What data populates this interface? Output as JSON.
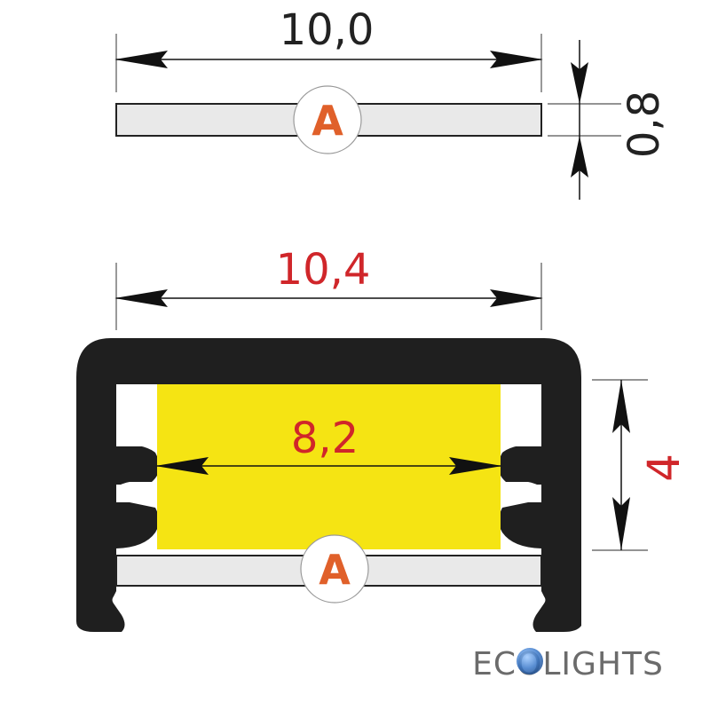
{
  "top_part": {
    "width_label": "10,0",
    "thickness_label": "0,8",
    "marker_letter": "A"
  },
  "profile": {
    "outer_width_label": "10,4",
    "inner_width_label": "8,2",
    "height_label": "4",
    "marker_letter": "A"
  },
  "logo": {
    "text": "ECOLIGHTS"
  },
  "colors": {
    "dimension_text_black": "#222222",
    "dimension_text_red": "#d0262a",
    "profile_body": "#1f1f1f",
    "led_strip": "#f5e413",
    "cover_fill": "#e9e9e9",
    "marker_letter": "#e0602a",
    "logo_text": "#6b6b6b",
    "logo_globe": "#3a78c9"
  }
}
